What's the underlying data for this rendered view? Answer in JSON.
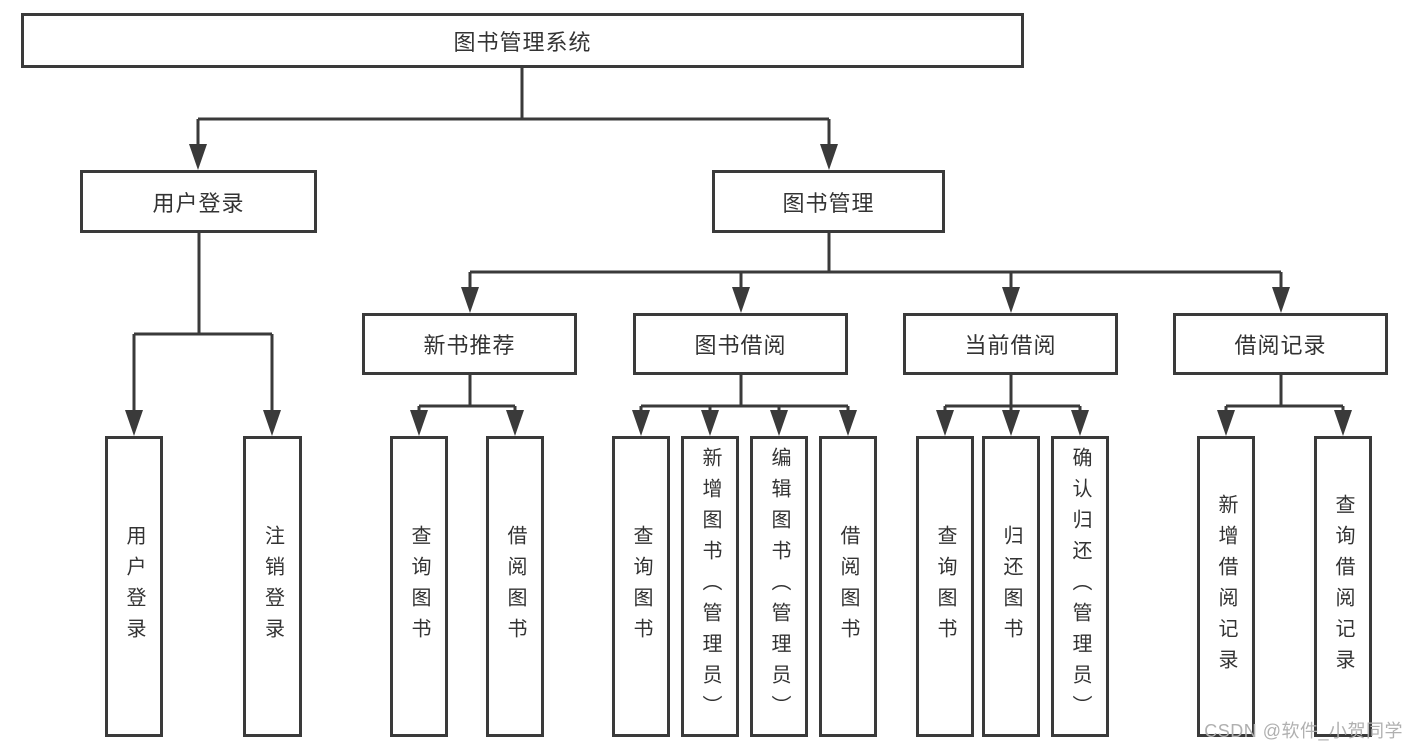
{
  "tree": {
    "root": {
      "label": "图书管理系统"
    },
    "branches": [
      {
        "label": "用户登录",
        "children": [
          {
            "label": "用户登录"
          },
          {
            "label": "注销登录"
          }
        ]
      },
      {
        "label": "图书管理",
        "sections": [
          {
            "label": "新书推荐",
            "children": [
              {
                "label": "查询图书"
              },
              {
                "label": "借阅图书"
              }
            ]
          },
          {
            "label": "图书借阅",
            "children": [
              {
                "label": "查询图书"
              },
              {
                "label": "新增图书（管理员）"
              },
              {
                "label": "编辑图书（管理员）"
              },
              {
                "label": "借阅图书"
              }
            ]
          },
          {
            "label": "当前借阅",
            "children": [
              {
                "label": "查询图书"
              },
              {
                "label": "归还图书"
              },
              {
                "label": "确认归还（管理员）"
              }
            ]
          },
          {
            "label": "借阅记录",
            "children": [
              {
                "label": "新增借阅记录"
              },
              {
                "label": "查询借阅记录"
              }
            ]
          }
        ]
      }
    ]
  },
  "watermark": {
    "text": "CSDN @软件_小贺同学"
  },
  "colors": {
    "line": "#3a3a3a",
    "box_border": "#3a3a3a",
    "text": "#333333",
    "watermark": "#b0b0b0",
    "background": "#ffffff"
  }
}
